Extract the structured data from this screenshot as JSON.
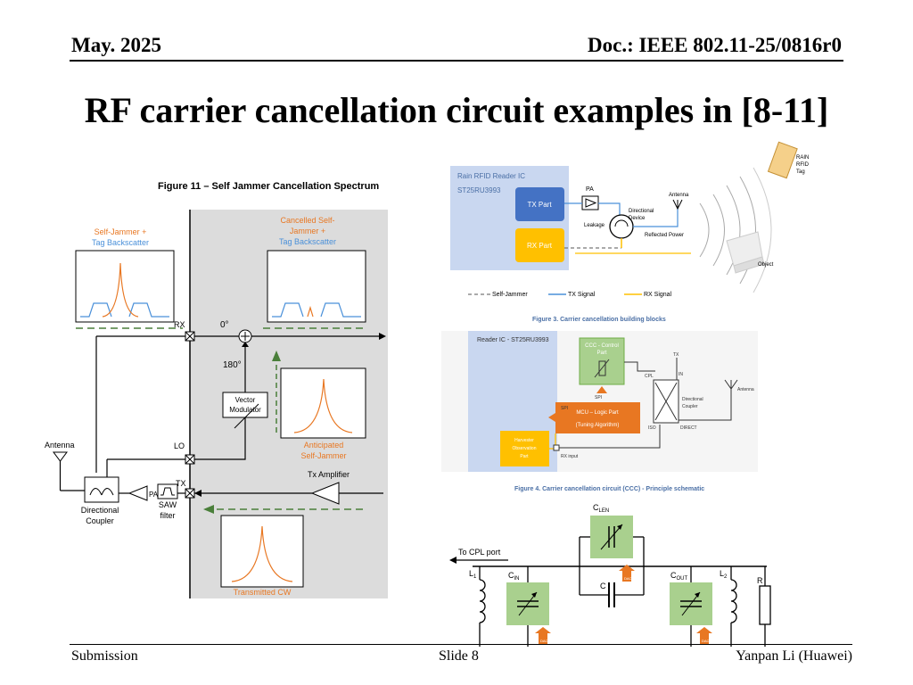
{
  "header": {
    "date": "May. 2025",
    "doc": "Doc.: IEEE 802.11-25/0816r0"
  },
  "title": "RF carrier cancellation circuit examples in [8-11]",
  "footer": {
    "left": "Submission",
    "center": "Slide 8",
    "right": "Yanpan Li (Huawei)"
  },
  "fig11": {
    "caption": "Figure 11 – Self Jammer Cancellation Spectrum",
    "selfjammer": [
      "Self-Jammer +",
      "Tag Backscatter"
    ],
    "cancelled": [
      "Cancelled Self-",
      "Jammer +",
      "Tag Backscatter"
    ],
    "rx": "RX",
    "lo": "LO",
    "tx": "TX",
    "zero": "0°",
    "oneeighty": "180°",
    "vector": [
      "Vector",
      "Modulator"
    ],
    "anticipated": [
      "Anticipated",
      "Self-Jammer"
    ],
    "antenna": "Antenna",
    "coupler": [
      "Directional",
      "Coupler"
    ],
    "pa": "PA",
    "saw": [
      "SAW",
      "filter"
    ],
    "txamp": "Tx Amplifier",
    "cw": "Transmitted CW"
  },
  "fig3": {
    "reader": "Rain RFID Reader IC",
    "chip": "ST25RU3993",
    "txpart": "TX Part",
    "rxpart": "RX Part",
    "pa": "PA",
    "directional": [
      "Directional",
      "Device"
    ],
    "leakage": "Leakage",
    "reflected": "Reflected Power",
    "antenna": "Antenna",
    "tag": [
      "RAIN",
      "RFID",
      "Tag"
    ],
    "object": "Object",
    "legend": [
      "Self-Jammer",
      "TX Signal",
      "RX Signal"
    ],
    "caption": "Figure 3. Carrier cancellation building blocks"
  },
  "fig4": {
    "reader": "Reader IC - ST25RU3993",
    "ccc": [
      "CCC - Control",
      "Part"
    ],
    "spi1": "SPI",
    "spi2": "SPI",
    "mcu": [
      "MCU – Logic Part",
      "(Tuning Algorithm)"
    ],
    "harvester": [
      "Harvester",
      "Observation",
      "Part"
    ],
    "rfinput": "RX input",
    "tx": "TX",
    "in": "IN",
    "cpl": "CPL",
    "iso": "ISO",
    "direct": "DIRECT",
    "coupler": [
      "Directional",
      "Coupler"
    ],
    "antenna": "Antenna",
    "caption": "Figure 4. Carrier cancellation circuit (CCC) - Principle schematic"
  },
  "fig5": {
    "port": "To CPL port",
    "clen": "C",
    "clen_sub": "LEN",
    "c": "C",
    "l1": "L",
    "l1_sub": "1",
    "cin": "C",
    "cin_sub": "IN",
    "cout": "C",
    "cout_sub": "OUT",
    "l2": "L",
    "l2_sub": "2",
    "r": "R",
    "dac": "DAC"
  },
  "colors": {
    "gray": "#dcdcdc",
    "orange": "#e87722",
    "blue": "#4a90d9",
    "green": "#a9d08e",
    "yellow": "#ffc000"
  }
}
